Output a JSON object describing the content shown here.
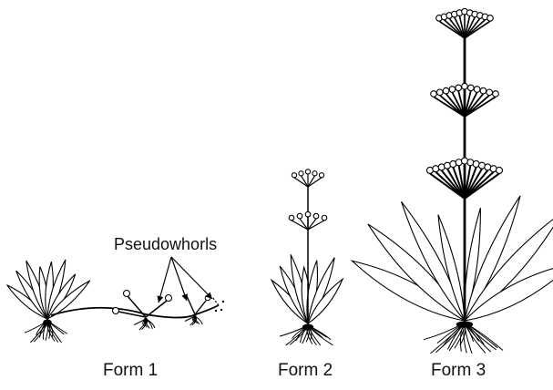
{
  "figure": {
    "callout": "Pseudowhorls",
    "forms": [
      {
        "label": "Form 1"
      },
      {
        "label": "Form 2"
      },
      {
        "label": "Form 3"
      }
    ],
    "colors": {
      "line": "#000000",
      "fill": "#ffffff"
    }
  }
}
